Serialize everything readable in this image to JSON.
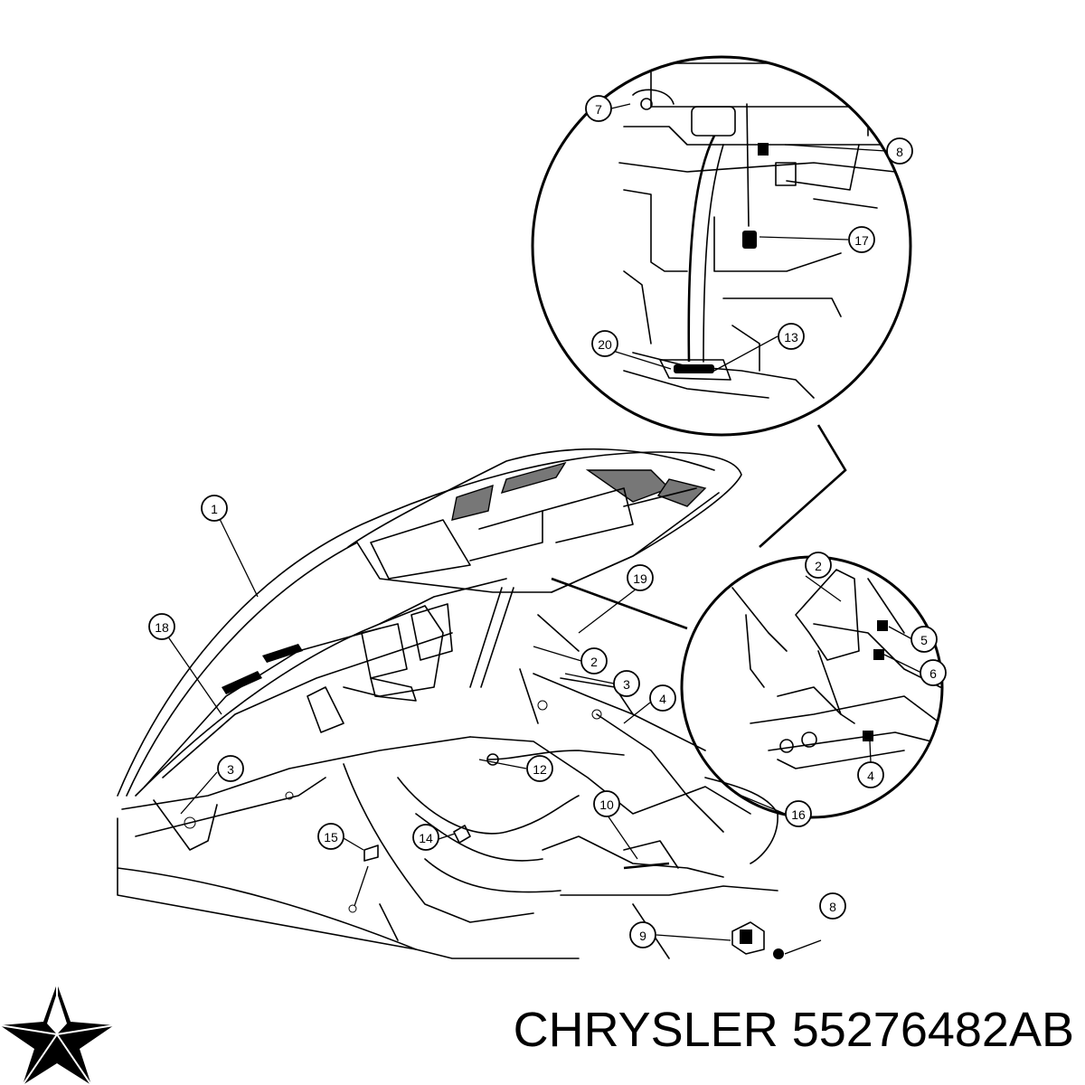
{
  "caption": "CHRYSLER 55276482AB",
  "brand_icon": "chrysler-pentastar-icon",
  "callouts": {
    "c1": "1",
    "c2a": "2",
    "c2b": "2",
    "c3a": "3",
    "c3b": "3",
    "c4a": "4",
    "c4b": "4",
    "c5": "5",
    "c6": "6",
    "c7": "7",
    "c8a": "8",
    "c8b": "8",
    "c9": "9",
    "c10": "10",
    "c12": "12",
    "c13": "13",
    "c14": "14",
    "c15": "15",
    "c16": "16",
    "c17": "17",
    "c18": "18",
    "c19": "19",
    "c20": "20"
  }
}
